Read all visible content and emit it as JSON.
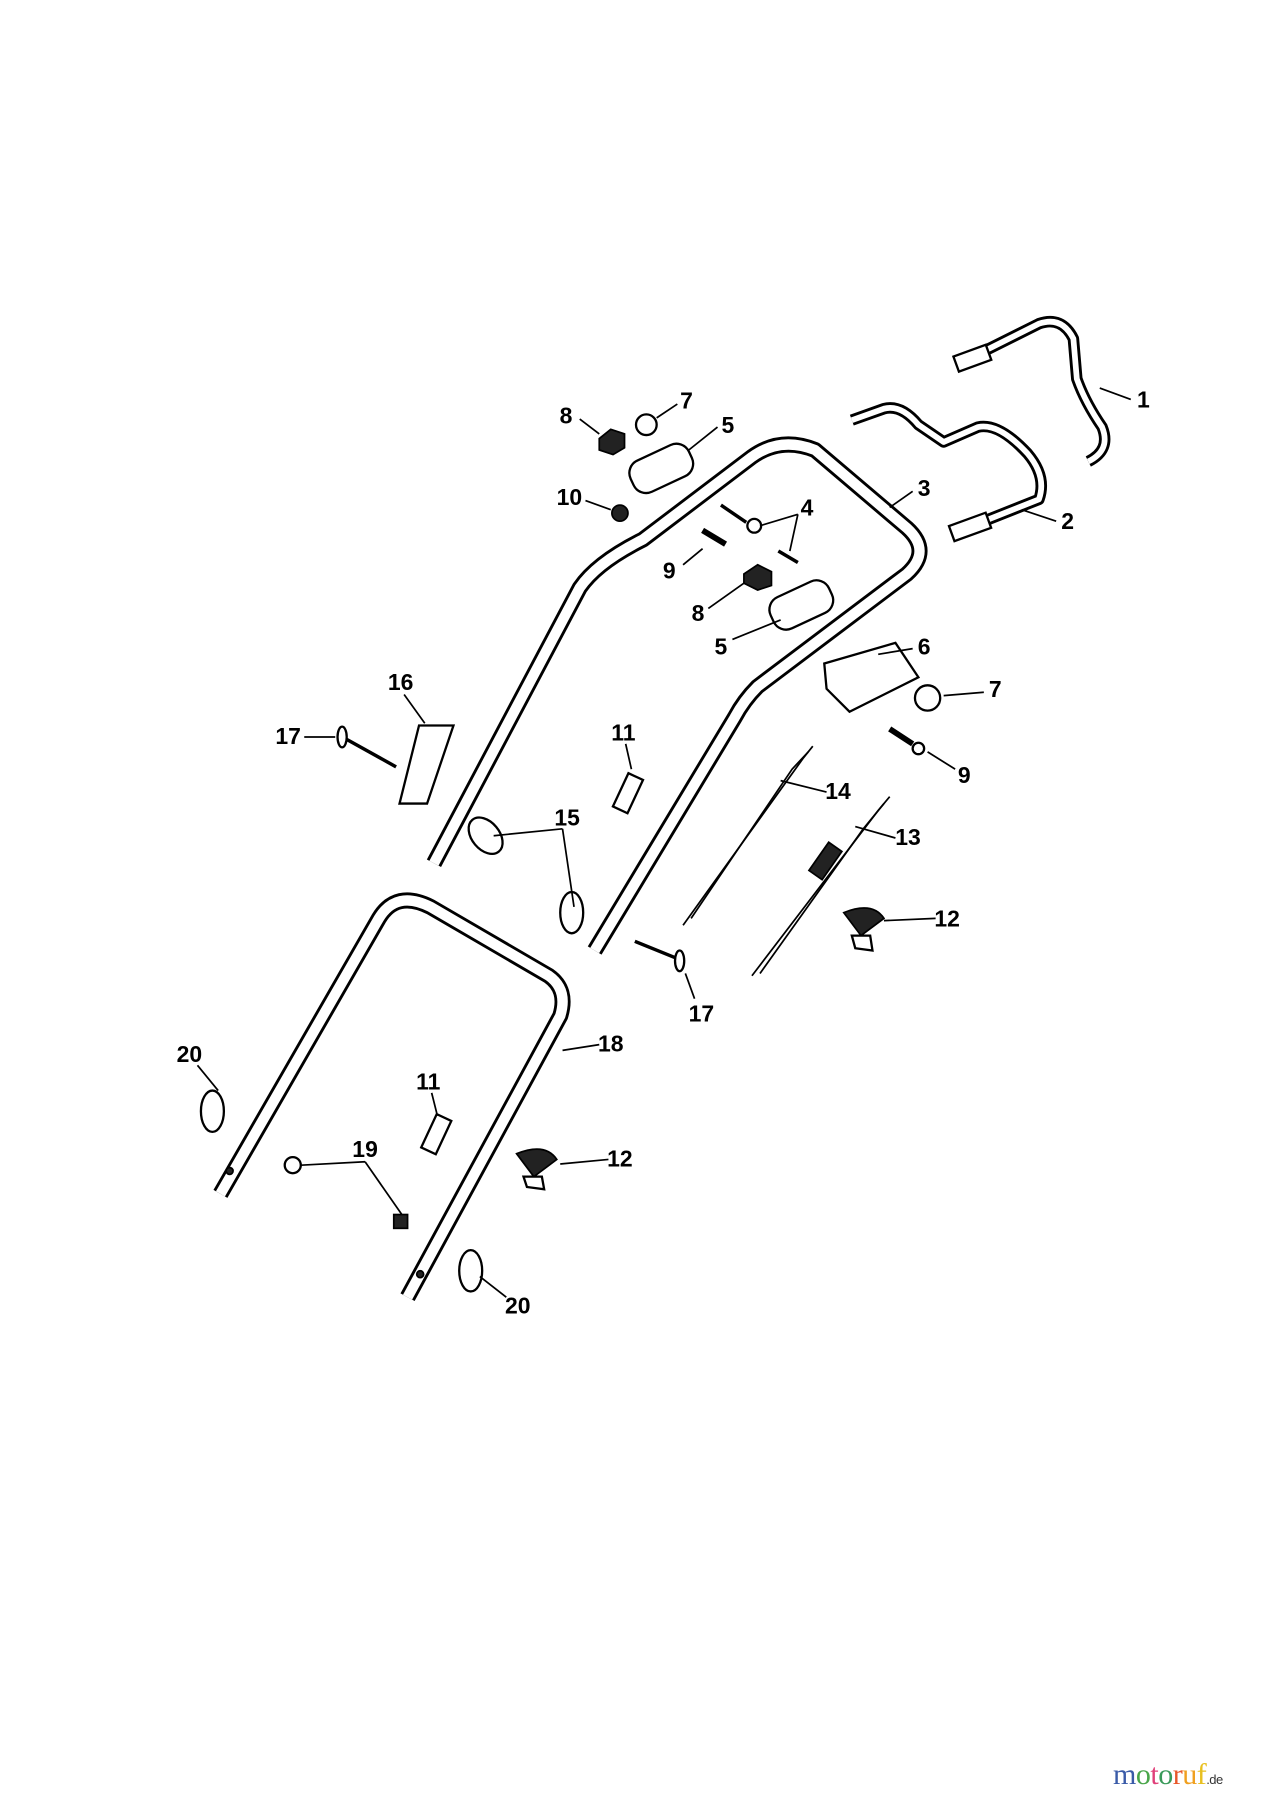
{
  "labels": [
    "1",
    "2",
    "3",
    "4",
    "5",
    "5",
    "6",
    "7",
    "7",
    "8",
    "8",
    "9",
    "9",
    "10",
    "11",
    "11",
    "12",
    "12",
    "13",
    "14",
    "15",
    "16",
    "17",
    "17",
    "18",
    "19",
    "20",
    "20"
  ],
  "watermark": {
    "brand": "motoruf",
    "tld": ".de"
  }
}
